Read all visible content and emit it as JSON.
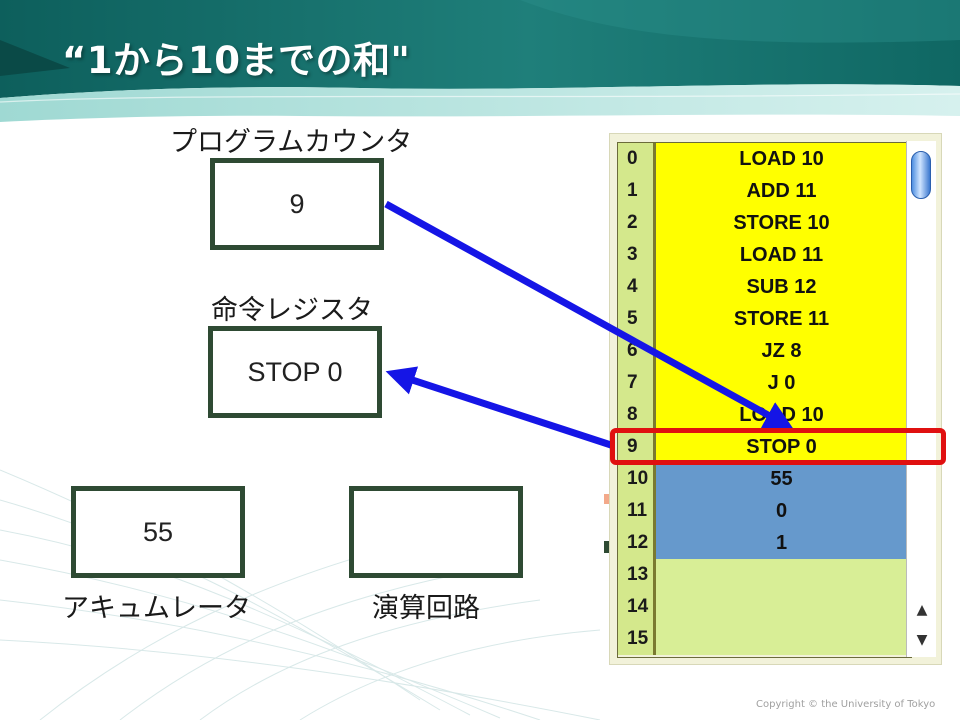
{
  "title": "“1から10までの和\"",
  "registers": {
    "program_counter": {
      "label": "プログラムカウンタ",
      "value": "9"
    },
    "instruction_register": {
      "label": "命令レジスタ",
      "value": "STOP 0"
    },
    "accumulator": {
      "label": "アキュムレータ",
      "value": "55"
    },
    "alu": {
      "label": "演算回路",
      "value": ""
    }
  },
  "memory": [
    {
      "addr": "0",
      "content": "LOAD 10",
      "kind": "program"
    },
    {
      "addr": "1",
      "content": "ADD 11",
      "kind": "program"
    },
    {
      "addr": "2",
      "content": "STORE 10",
      "kind": "program"
    },
    {
      "addr": "3",
      "content": "LOAD 11",
      "kind": "program"
    },
    {
      "addr": "4",
      "content": "SUB 12",
      "kind": "program"
    },
    {
      "addr": "5",
      "content": "STORE 11",
      "kind": "program"
    },
    {
      "addr": "6",
      "content": "JZ 8",
      "kind": "program"
    },
    {
      "addr": "7",
      "content": "J 0",
      "kind": "program"
    },
    {
      "addr": "8",
      "content": "LOAD 10",
      "kind": "program"
    },
    {
      "addr": "9",
      "content": "STOP 0",
      "kind": "program"
    },
    {
      "addr": "10",
      "content": "55",
      "kind": "data"
    },
    {
      "addr": "11",
      "content": "0",
      "kind": "data"
    },
    {
      "addr": "12",
      "content": "1",
      "kind": "data"
    },
    {
      "addr": "13",
      "content": "",
      "kind": "empty"
    },
    {
      "addr": "14",
      "content": "",
      "kind": "empty"
    },
    {
      "addr": "15",
      "content": "",
      "kind": "empty"
    }
  ],
  "highlighted_address": "9",
  "scrollbar": {
    "up_glyph": "▲",
    "down_glyph": "▼"
  },
  "colors": {
    "program": "#ffff00",
    "data": "#6699cc",
    "empty": "#d8ee96",
    "arrow": "#1515e6",
    "highlight": "#e01010",
    "box_border": "#2e4a33"
  },
  "copyright": "Copyright © the University of Tokyo"
}
